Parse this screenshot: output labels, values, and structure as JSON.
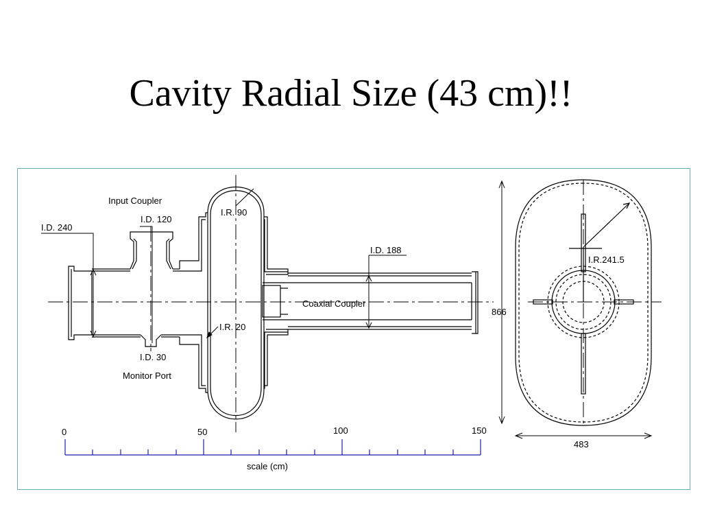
{
  "title": "Cavity Radial Size (43 cm)!!",
  "labels": {
    "input_coupler": "Input Coupler",
    "id_120": "I.D. 120",
    "id_240": "I.D. 240",
    "ir_90": "I.R. 90",
    "id_188": "I.D. 188",
    "coaxial_coupler": "Coaxial Coupler",
    "ir_20": "I.R. 20",
    "id_30": "I.D. 30",
    "monitor_port": "Monitor Port",
    "ir_241_5": "I.R.241.5",
    "dim_866": "866",
    "dim_483": "483"
  },
  "scale": {
    "ticks": [
      "0",
      "50",
      "100",
      "150"
    ],
    "label": "scale (cm)"
  },
  "colors": {
    "frame": "#6ab0b8",
    "scale_bar": "#1a1aa8",
    "lines": "#000000"
  }
}
